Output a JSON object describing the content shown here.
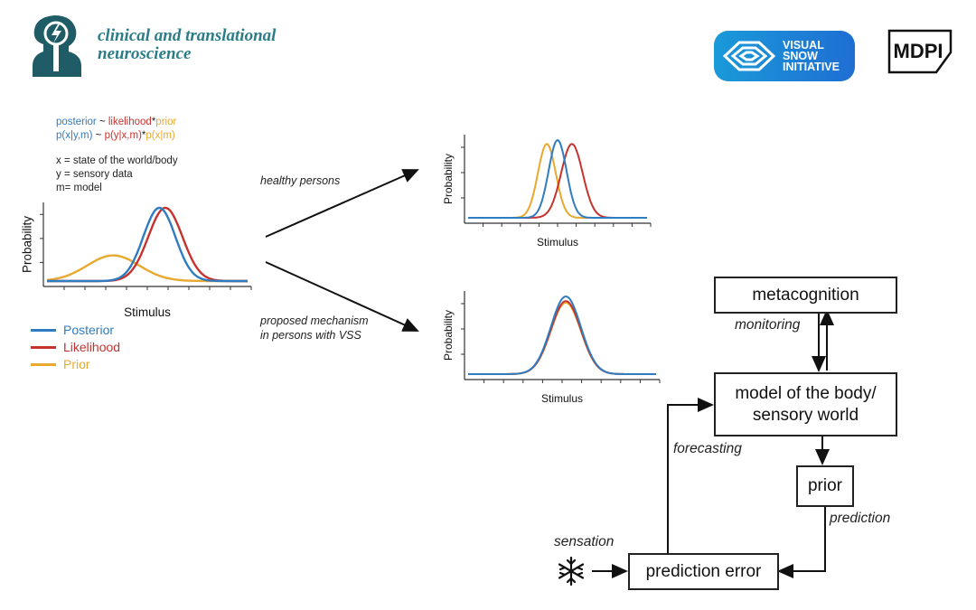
{
  "header": {
    "journal_line1": "clinical and translational",
    "journal_line2": "neuroscience",
    "vsi_line1": "VISUAL",
    "vsi_line2": "SNOW",
    "vsi_line3": "INITIATIVE",
    "mdpi": "MDPI"
  },
  "formula": {
    "line1": [
      {
        "text": "posterior",
        "color": "#2f7cc0"
      },
      {
        "text": " ~ ",
        "color": "#222222"
      },
      {
        "text": "likelihood",
        "color": "#c6322e"
      },
      {
        "text": "*",
        "color": "#222222"
      },
      {
        "text": "prior",
        "color": "#e8a92e"
      }
    ],
    "line2": [
      {
        "text": "p(x|y,m)",
        "color": "#2f7cc0"
      },
      {
        "text": " ~ ",
        "color": "#222222"
      },
      {
        "text": "p(y|x,m)",
        "color": "#c6322e"
      },
      {
        "text": "*",
        "color": "#222222"
      },
      {
        "text": "p(x|m)",
        "color": "#e8a92e"
      }
    ]
  },
  "definitions": {
    "x": "x = state of the world/body",
    "y": "y = sensory data",
    "m": "m= model"
  },
  "legend": {
    "posterior": {
      "label": "Posterior",
      "color": "#2f7cc0"
    },
    "likelihood": {
      "label": "Likelihood",
      "color": "#c6322e"
    },
    "prior": {
      "label": "Prior",
      "color": "#e8a92e"
    }
  },
  "arrows": {
    "healthy": "healthy persons",
    "vss_line1": "proposed mechanism",
    "vss_line2": "in persons with VSS"
  },
  "chart_data": [
    {
      "type": "line",
      "id": "main",
      "xlabel": "Stimulus",
      "ylabel": "Probability",
      "series": [
        {
          "name": "Prior",
          "color": "#e8a92e",
          "mu": 0.33,
          "sigma": 0.13,
          "amp": 0.35
        },
        {
          "name": "Likelihood",
          "color": "#c6322e",
          "mu": 0.59,
          "sigma": 0.085,
          "amp": 1.0
        },
        {
          "name": "Posterior",
          "color": "#2f7cc0",
          "mu": 0.56,
          "sigma": 0.08,
          "amp": 1.0
        }
      ]
    },
    {
      "type": "line",
      "id": "healthy",
      "xlabel": "Stimulus",
      "ylabel": "Probability",
      "series": [
        {
          "name": "Prior",
          "color": "#e8a92e",
          "mu": 0.44,
          "sigma": 0.05,
          "amp": 0.95
        },
        {
          "name": "Likelihood",
          "color": "#c6322e",
          "mu": 0.58,
          "sigma": 0.06,
          "amp": 0.95
        },
        {
          "name": "Posterior",
          "color": "#2f7cc0",
          "mu": 0.5,
          "sigma": 0.05,
          "amp": 1.0
        }
      ]
    },
    {
      "type": "line",
      "id": "vss",
      "xlabel": "Stimulus",
      "ylabel": "Probability",
      "series": [
        {
          "name": "Prior",
          "color": "#e8a92e",
          "mu": 0.52,
          "sigma": 0.08,
          "amp": 0.92
        },
        {
          "name": "Likelihood",
          "color": "#c6322e",
          "mu": 0.52,
          "sigma": 0.08,
          "amp": 0.94
        },
        {
          "name": "Posterior",
          "color": "#2f7cc0",
          "mu": 0.52,
          "sigma": 0.08,
          "amp": 1.0
        }
      ]
    }
  ],
  "flow": {
    "metacognition": "metacognition",
    "model_line1": "model of the body/",
    "model_line2": "sensory world",
    "prior": "prior",
    "prediction_error": "prediction error",
    "monitoring": "monitoring",
    "forecasting": "forecasting",
    "prediction": "prediction",
    "sensation": "sensation"
  },
  "icons": {
    "logo": "head-lightning-icon",
    "vsi": "visual-snow-icon",
    "sensation": "snowflake-icon"
  }
}
